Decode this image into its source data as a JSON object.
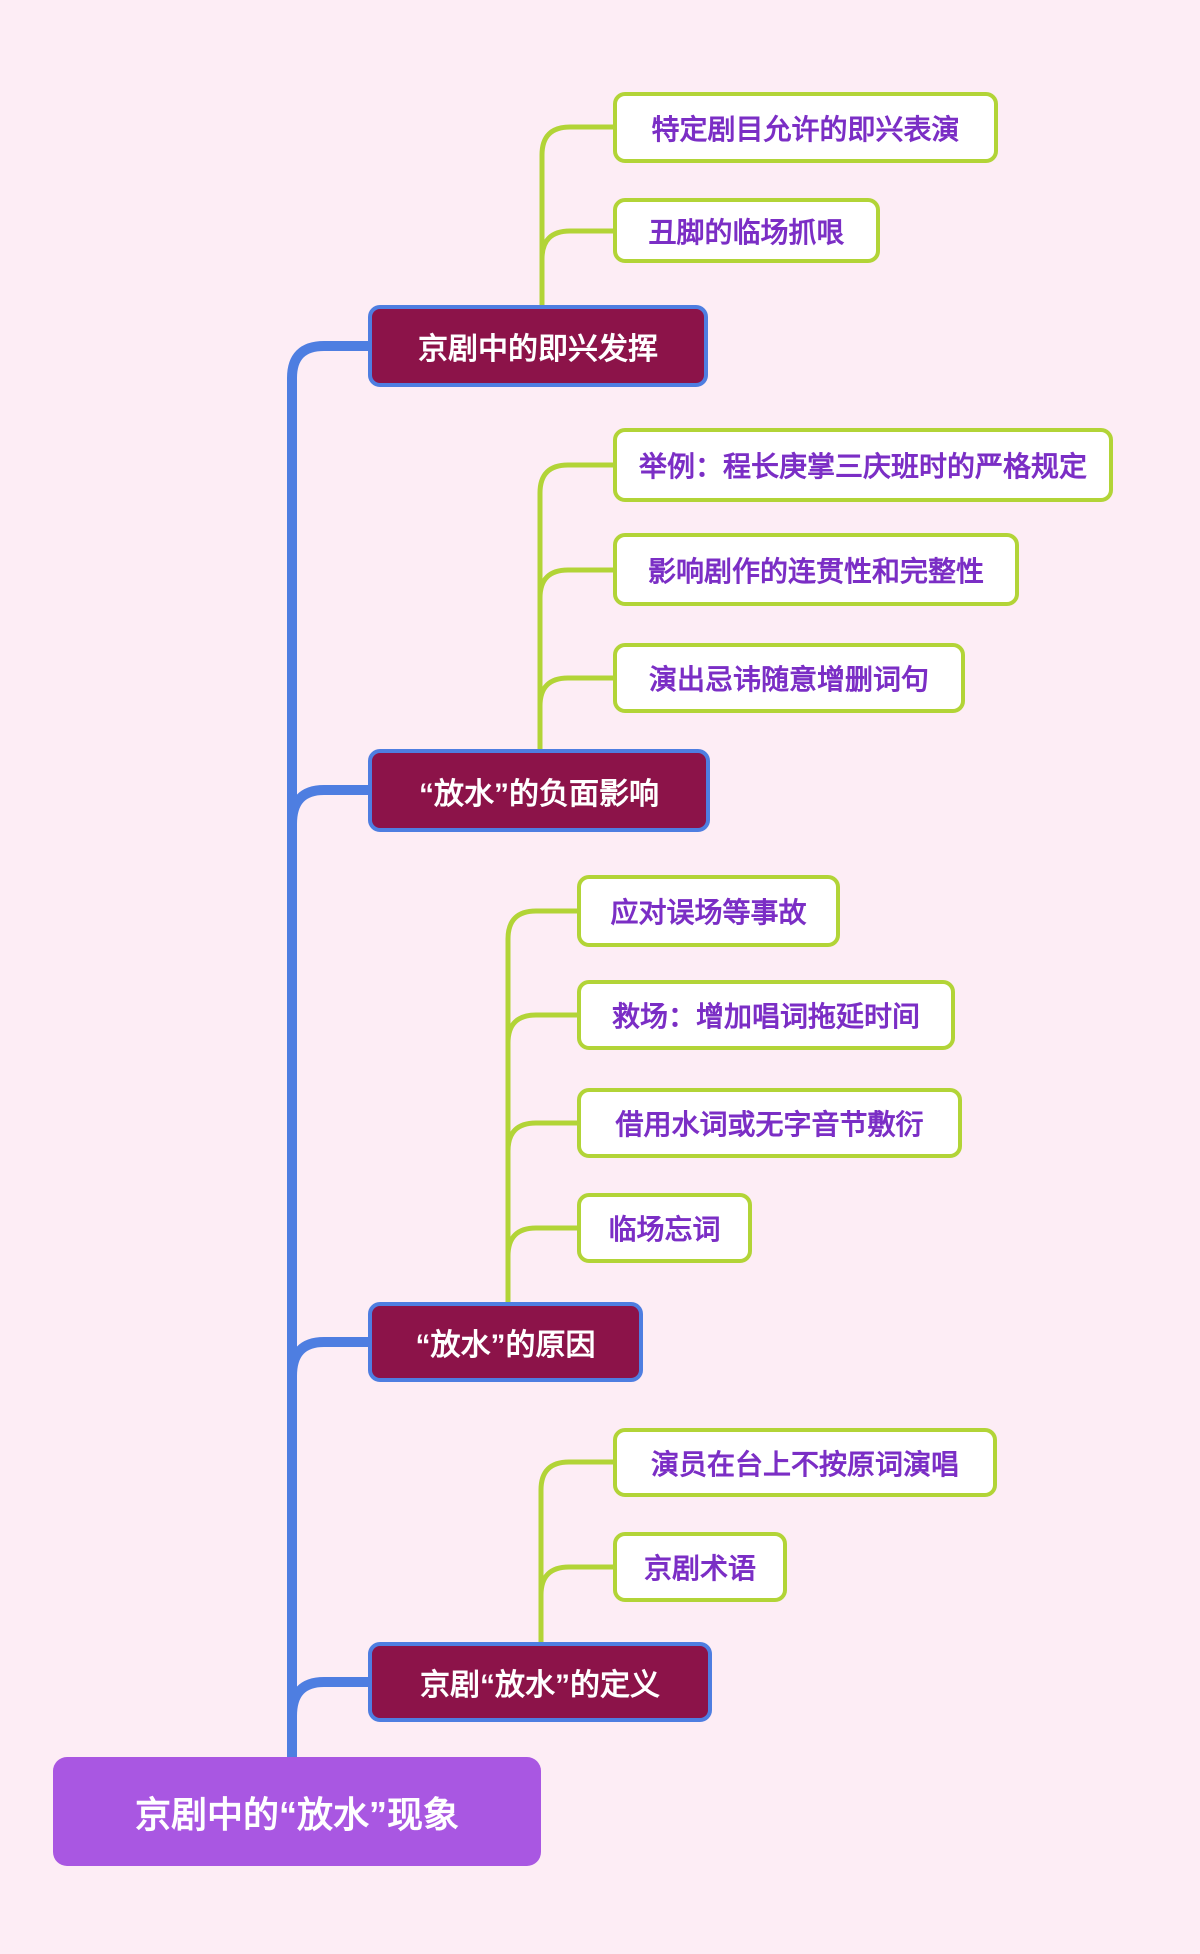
{
  "canvas": {
    "background_color": "#fdedf5",
    "spine_color": "#4e7ee1",
    "branch_line_color": "#b2d437",
    "branch_fill_color": "#8c1349",
    "leaf_border_color": "#b2d437",
    "leaf_text_color": "#7b2ec5",
    "root_fill_color": "#a957e2"
  },
  "root": {
    "label": "京剧中的“放水”现象"
  },
  "branches": [
    {
      "label": "京剧中的即兴发挥",
      "children": [
        {
          "label": "特定剧目允许的即兴表演"
        },
        {
          "label": "丑脚的临场抓哏"
        }
      ]
    },
    {
      "label": "“放水”的负面影响",
      "children": [
        {
          "label": "举例：程长庚掌三庆班时的严格规定"
        },
        {
          "label": "影响剧作的连贯性和完整性"
        },
        {
          "label": "演出忌讳随意增删词句"
        }
      ]
    },
    {
      "label": "“放水”的原因",
      "children": [
        {
          "label": "应对误场等事故"
        },
        {
          "label": "救场：增加唱词拖延时间"
        },
        {
          "label": "借用水词或无字音节敷衍"
        },
        {
          "label": "临场忘词"
        }
      ]
    },
    {
      "label": "京剧“放水”的定义",
      "children": [
        {
          "label": "演员在台上不按原词演唱"
        },
        {
          "label": "京剧术语"
        }
      ]
    }
  ]
}
